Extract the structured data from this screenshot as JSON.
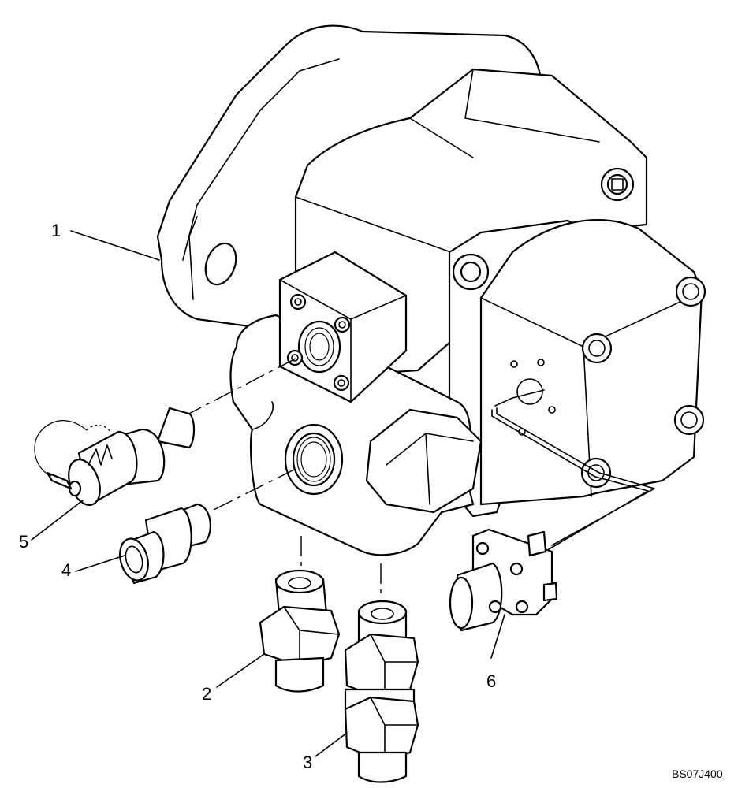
{
  "callouts": [
    {
      "id": "1",
      "text": "1"
    },
    {
      "id": "2",
      "text": "2"
    },
    {
      "id": "3",
      "text": "3"
    },
    {
      "id": "4",
      "text": "4"
    },
    {
      "id": "5",
      "text": "5"
    },
    {
      "id": "6",
      "text": "6"
    }
  ],
  "reference_code": "BS07J400"
}
